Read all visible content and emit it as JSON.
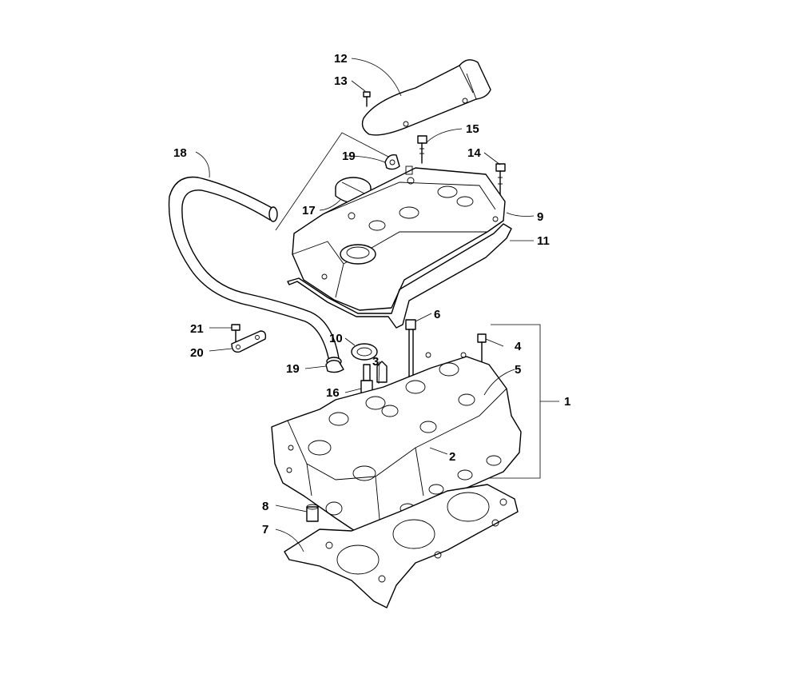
{
  "callouts": {
    "c1": "1",
    "c2": "2",
    "c3": "3",
    "c4": "4",
    "c5": "5",
    "c6": "6",
    "c7": "7",
    "c8": "8",
    "c9": "9",
    "c10": "10",
    "c11": "11",
    "c12": "12",
    "c13": "13",
    "c14": "14",
    "c15": "15",
    "c16": "16",
    "c17": "17",
    "c18": "18",
    "c19a": "19",
    "c19b": "19",
    "c20": "20",
    "c21": "21"
  }
}
